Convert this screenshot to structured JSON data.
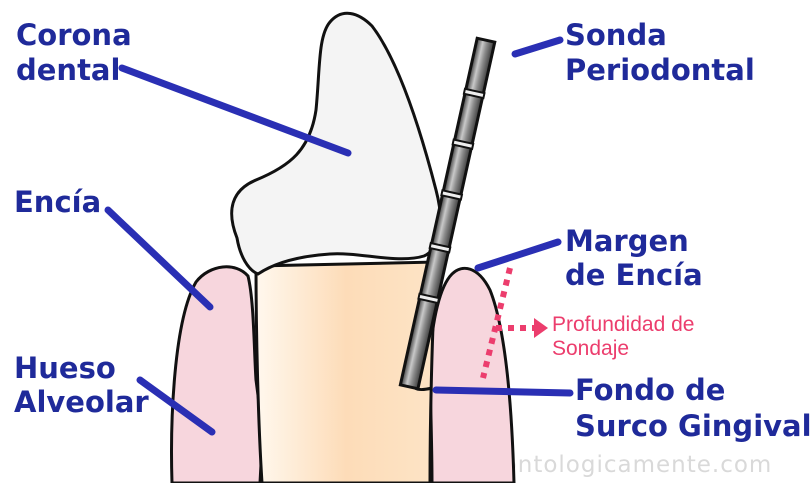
{
  "labels": {
    "corona_line1": "Corona",
    "corona_line2": "dental",
    "encia": "Encía",
    "hueso_line1": "Hueso",
    "hueso_line2": "Alveolar",
    "sonda_line1": "Sonda",
    "sonda_line2": "Periodontal",
    "margen_line1": "Margen",
    "margen_line2": "de Encía",
    "profundidad_line1": "Profundidad de",
    "profundidad_line2": "Sondaje",
    "fondo_line1": "Fondo de",
    "fondo_line2": "Surco Gingival"
  },
  "watermark": "odontologicamente.com",
  "colors": {
    "label_text": "#1f2a9a",
    "leader_line": "#2a2fb4",
    "depth_marker": "#ec3d6d",
    "gum": "#f7d6dd",
    "enamel": "#f4f4f4",
    "root": "#fde0bf",
    "bone": "#f1ecba",
    "probe": "#8b8b8b"
  }
}
